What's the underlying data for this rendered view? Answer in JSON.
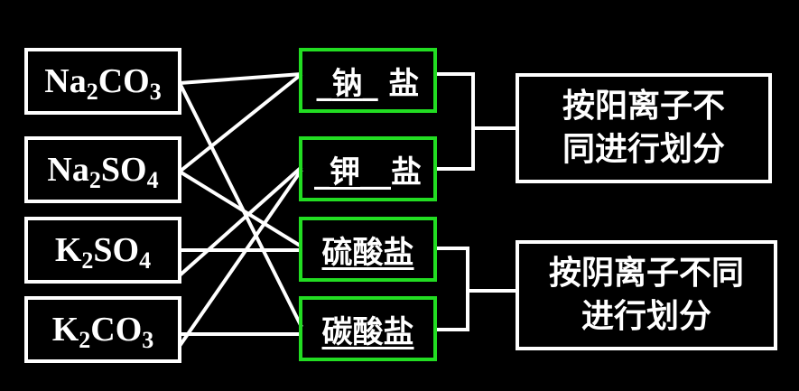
{
  "formulas": [
    {
      "parts": [
        "Na",
        "2",
        "CO",
        "3"
      ]
    },
    {
      "parts": [
        "Na",
        "2",
        "SO",
        "4"
      ]
    },
    {
      "parts": [
        "K",
        "2",
        "SO",
        "4"
      ]
    },
    {
      "parts": [
        "K",
        "2",
        "CO",
        "3"
      ]
    }
  ],
  "salts": [
    {
      "blank_pre": "_",
      "fill": "钠",
      "blank_post": "_",
      "suffix": "盐"
    },
    {
      "blank_pre": "_",
      "fill": "钾",
      "blank_post": "__",
      "suffix": "盐"
    },
    {
      "blank_pre": "",
      "fill": "硫酸",
      "blank_post": "",
      "suffix": "盐"
    },
    {
      "blank_pre": "",
      "fill": "碳酸",
      "blank_post": "",
      "suffix": "盐"
    }
  ],
  "categories": [
    {
      "line1": "按阳离子不",
      "line2": "同进行划分"
    },
    {
      "line1": "按阴离子不同",
      "line2": "进行划分"
    }
  ],
  "colors": {
    "background": "#000000",
    "formula_border": "#ffffff",
    "salt_border": "#22dd22",
    "connector": "#ffffff",
    "text": "#ffffff"
  }
}
